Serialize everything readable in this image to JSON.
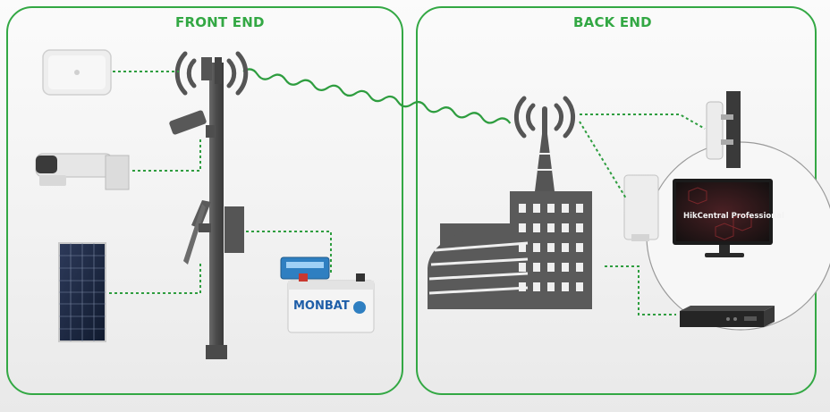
{
  "panels": {
    "front": {
      "title": "FRONT END"
    },
    "back": {
      "title": "BACK END"
    }
  },
  "devices": {
    "monitor_text": "HikCentral Professional",
    "battery_brand": "MONBAT"
  },
  "colors": {
    "accent": "#33a844",
    "link_dash": "#2e9d3f",
    "device_grey": "#4b4b4b",
    "building_grey": "#5a5a5a"
  },
  "icons": [
    "wireless-signal-icon",
    "radio-tower-icon",
    "cctv-camera-icon",
    "solar-panel-icon",
    "battery-icon",
    "monitor-icon",
    "nvr-recorder-icon"
  ]
}
